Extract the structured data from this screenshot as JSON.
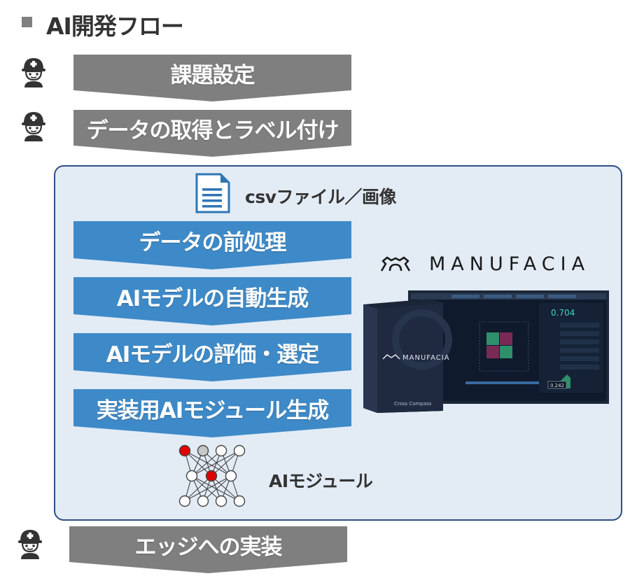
{
  "title": "AI開発フロー",
  "steps_outer": {
    "task": "課題設定",
    "data": "データの取得とラベル付け",
    "edge": "エッジへの実装"
  },
  "panel": {
    "file_label": "csvファイル／画像",
    "steps": [
      "データの前処理",
      "AIモデルの自動生成",
      "AIモデルの評価・選定",
      "実装用AIモジュール生成"
    ],
    "module_label": "AIモジュール",
    "brand": "MANUFACIA",
    "product": {
      "box_brand": "MANUFACIA",
      "box_company": "Cross Compass",
      "screen_value_main": "0.704",
      "screen_value_bottom": "0.242"
    }
  },
  "colors": {
    "gray_step": "#7f7f7f",
    "blue_step": "#3e8ac8",
    "panel_bg": "#e3ebf5",
    "panel_border": "#2f4f85",
    "highlight_node": "#e00000"
  }
}
